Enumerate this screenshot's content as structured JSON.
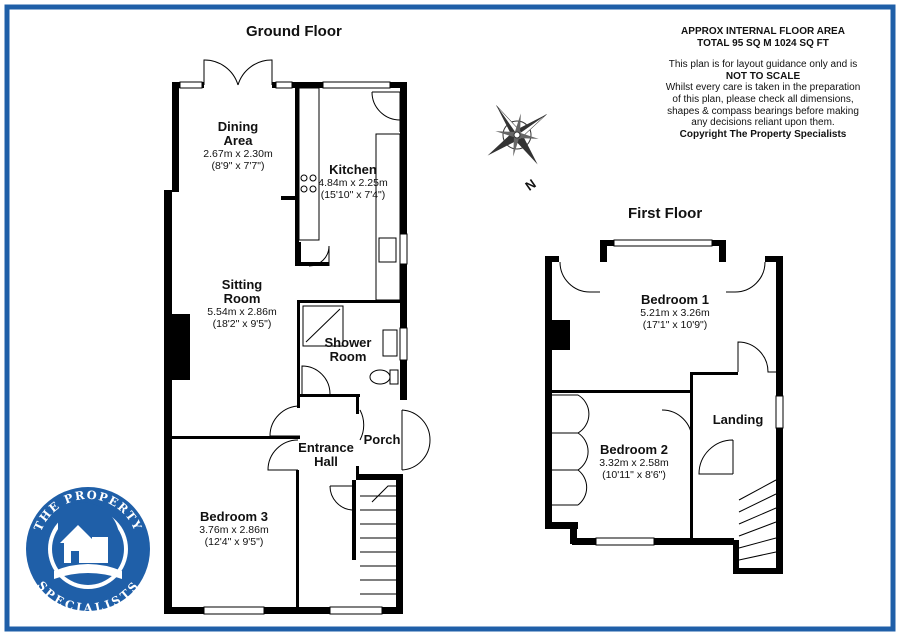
{
  "ground_floor": {
    "title": "Ground Floor",
    "rooms": [
      {
        "name": "Dining\nArea",
        "dims": "2.67m x 2.30m\n(8'9\" x 7'7\")"
      },
      {
        "name": "Kitchen",
        "dims": "4.84m x 2.25m\n(15'10\" x 7'4\")"
      },
      {
        "name": "Sitting\nRoom",
        "dims": "5.54m x 2.86m\n(18'2\" x 9'5\")"
      },
      {
        "name": "Shower\nRoom",
        "dims": ""
      },
      {
        "name": "Porch",
        "dims": ""
      },
      {
        "name": "Entrance\nHall",
        "dims": ""
      },
      {
        "name": "Bedroom 3",
        "dims": "3.76m x 2.86m\n(12'4\" x 9'5\")"
      }
    ]
  },
  "first_floor": {
    "title": "First Floor",
    "rooms": [
      {
        "name": "Bedroom 1",
        "dims": "5.21m x 3.26m\n(17'1\" x 10'9\")"
      },
      {
        "name": "Landing",
        "dims": ""
      },
      {
        "name": "Bedroom 2",
        "dims": "3.32m x 2.58m\n(10'11\" x 8'6\")"
      }
    ]
  },
  "notes": {
    "area_line1": "APPROX INTERNAL FLOOR AREA",
    "area_line2": "TOTAL 95 SQ M 1024 SQ FT",
    "guidance": "This plan is for layout guidance only and is",
    "not_to_scale": "NOT TO SCALE",
    "disclaimer1": "Whilst every care is taken in the preparation",
    "disclaimer2": "of this plan, please check all dimensions,",
    "disclaimer3": "shapes & compass bearings before making",
    "disclaimer4": "any decisions reliant upon them.",
    "copyright": "Copyright The Property Specialists"
  },
  "compass": {
    "label": "N"
  },
  "logo": {
    "top_text": "THE PROPERTY",
    "bottom_text": "SPECIALISTS"
  },
  "colors": {
    "frame": "#1f5fa8",
    "walls": "#000000",
    "logo_blue": "#1f5fa8"
  }
}
